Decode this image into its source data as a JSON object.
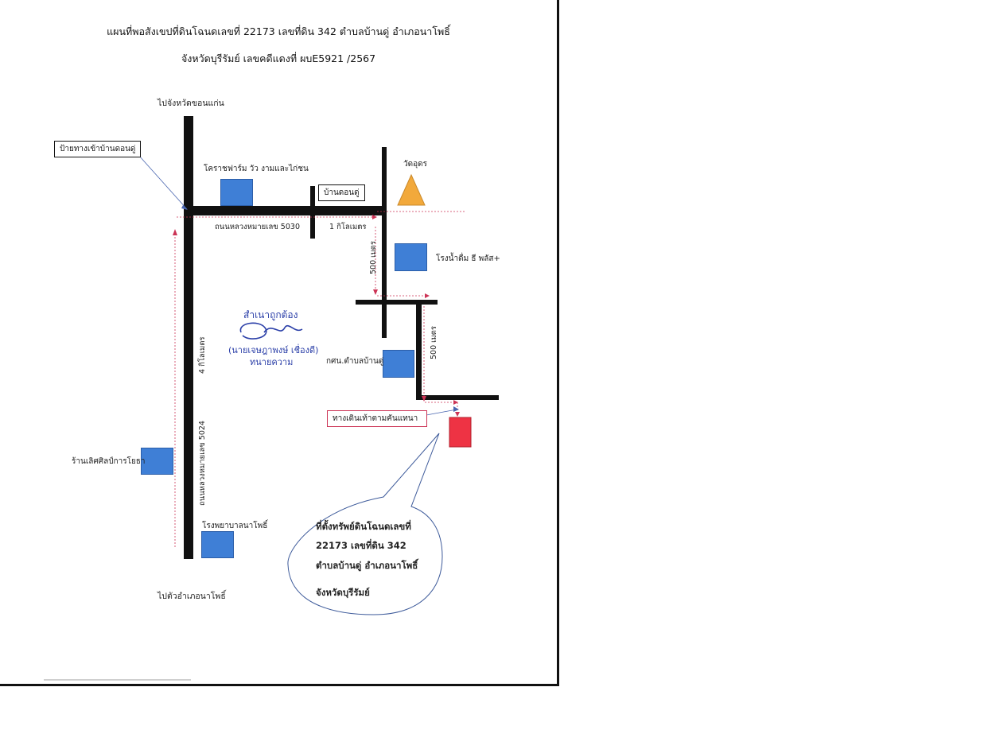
{
  "title": {
    "line1": "แผนที่พอสังเขปที่ดินโฉนดเลขที่ 22173 เลขที่ดิน 342 ตำบลบ้านดู่ อำเภอนาโพธิ์",
    "line2": "จังหวัดบุรีรัมย์ เลขคดีแดงที่ ผบE5921 /2567"
  },
  "directions": {
    "north": "ไปจังหวัดขอนแก่น",
    "south": "ไปตัวอำเภอนาโพธิ์"
  },
  "labels": {
    "village_entrance_sign": "ป้ายทางเข้าบ้านดอนดู่",
    "korat_farm": "โคราชฟาร์ม วัว งามและไก่ชน",
    "ban_don_du": "บ้านดอนดู่",
    "wat_udom": "วัดอุดร",
    "road_5030": "ถนนหลวงหมายเลข 5030",
    "dist_1km": "1 กิโลเมตร",
    "dist_500m_a": "500 เมตร",
    "water_factory": "โรงน้ำดื่ม ธี พลัส+",
    "dist_4km": "4 กิโลเมตร",
    "dist_500m_b": "500 เมตร",
    "agri_office": "กศน.ตำบลบ้านดู่",
    "paddy_path": "ทางเดินเท้าตามคันแทนา",
    "road_5024": "ถนนหลวงหมายเลข 5024",
    "shop": "ร้านเลิศศิลป์การโยธา",
    "hospital": "โรงพยาบาลนาโพธิ์"
  },
  "callout": {
    "line1": "ที่ตั้งทรัพย์ดินโฉนดเลขที่",
    "line2": "22173 เลขที่ดิน 342",
    "line3": "ตำบลบ้านดู่ อำเภอนาโพธิ์",
    "line4": "จังหวัดบุรีรัมย์"
  },
  "certification": {
    "stamp": "สำเนาถูกต้อง",
    "name": "(นายเจษฎาพงษ์  เชื่องดี)",
    "role": "ทนายความ"
  },
  "colors": {
    "road": "#111111",
    "building": "#3f7fd6",
    "temple": "#f2a93b",
    "property": "#ee3344",
    "dashed": "#cc3355",
    "ink": "#2b3fa8"
  }
}
